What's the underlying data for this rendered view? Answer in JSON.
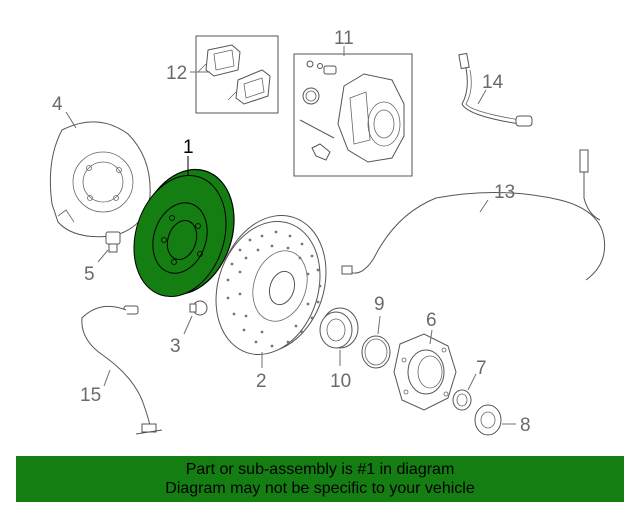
{
  "colors": {
    "highlight_part": "#157e12",
    "banner_background": "#157e12",
    "callout_text": "#6a6a6a",
    "line_art": "#555555"
  },
  "callouts": {
    "c1": "1",
    "c2": "2",
    "c3": "3",
    "c4": "4",
    "c5": "5",
    "c6": "6",
    "c7": "7",
    "c8": "8",
    "c9": "9",
    "c10": "10",
    "c11": "11",
    "c12": "12",
    "c13": "13",
    "c14": "14",
    "c15": "15"
  },
  "banner": {
    "line1": "Part or sub-assembly is #1 in diagram",
    "line2": "Diagram may not be specific to your vehicle"
  }
}
